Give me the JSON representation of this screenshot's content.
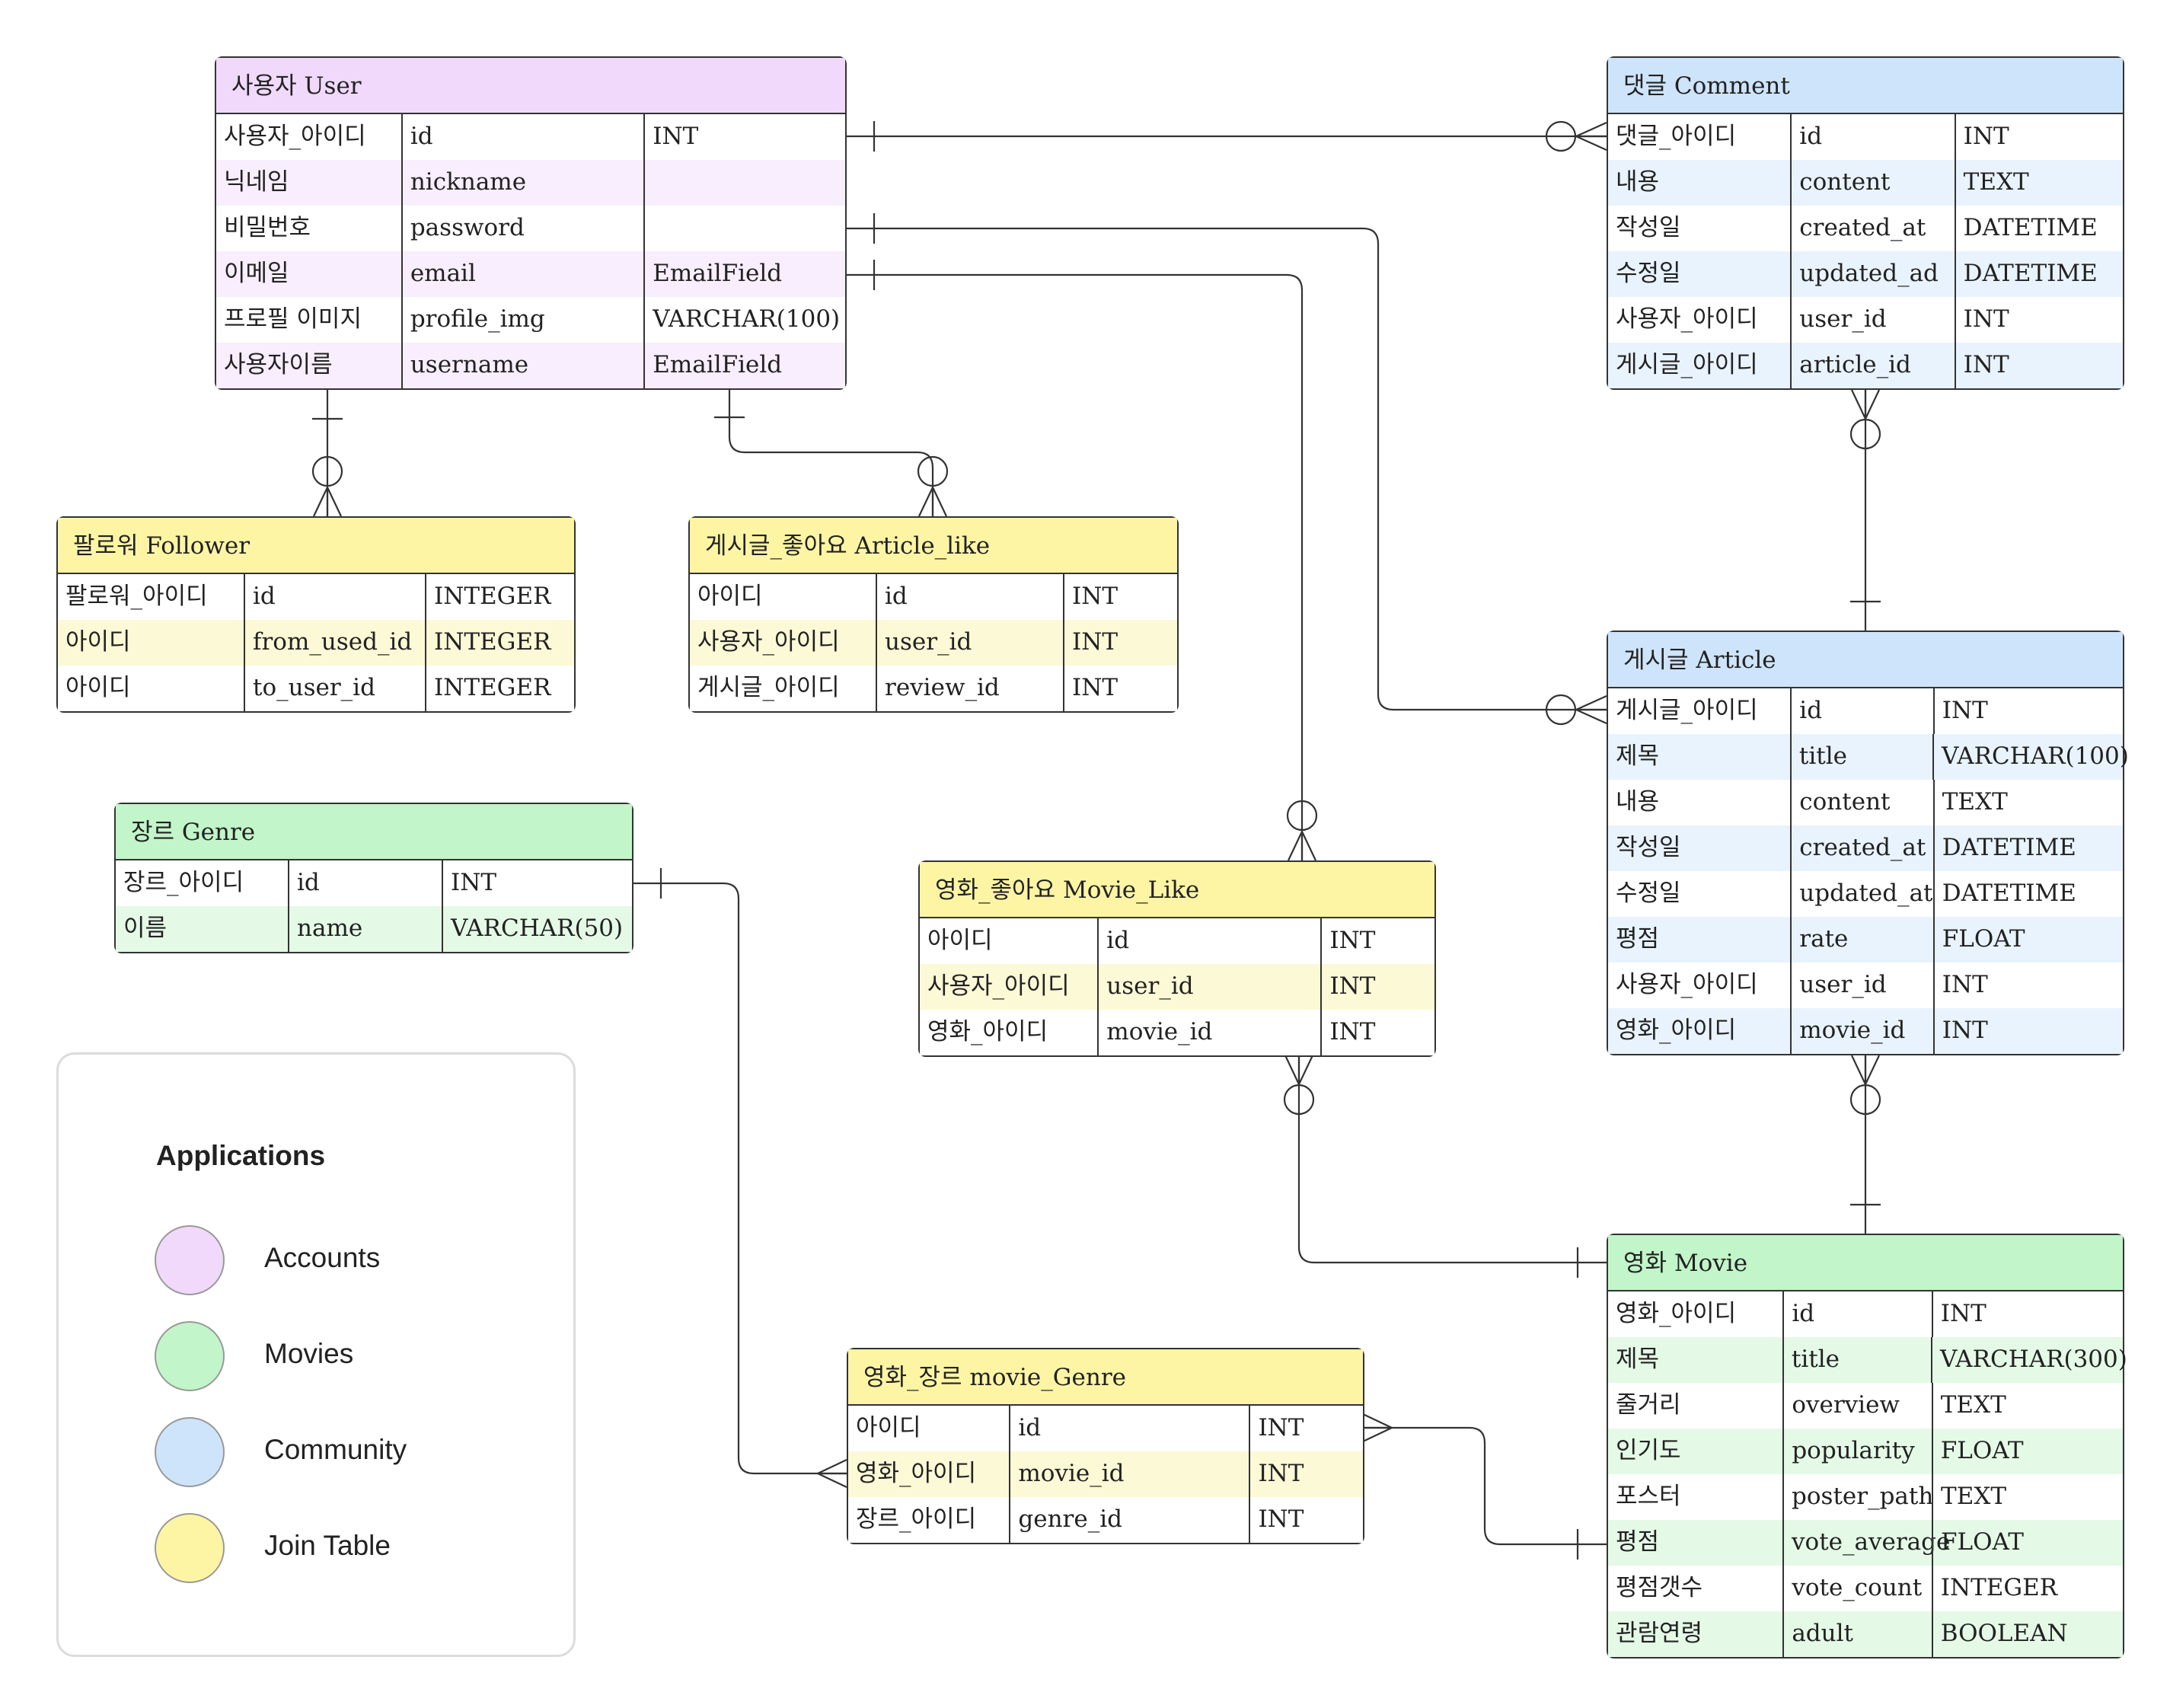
{
  "colors": {
    "accounts": "#f1d9fb",
    "accounts_row": "#f8eefd",
    "movies": "#c2f5c9",
    "movies_row": "#e5f9e7",
    "community": "#cee4fb",
    "community_row": "#e9f3fd",
    "join": "#fdf5a4",
    "join_row": "#fcf9d6"
  },
  "entities": {
    "user": {
      "title": "사용자 User",
      "rows": [
        [
          "사용자_아이디",
          "id",
          "INT"
        ],
        [
          "닉네임",
          "nickname",
          ""
        ],
        [
          "비밀번호",
          "password",
          ""
        ],
        [
          "이메일",
          "email",
          "EmailField"
        ],
        [
          "프로필 이미지",
          "profile_img",
          "VARCHAR(100)"
        ],
        [
          "사용자이름",
          "username",
          "EmailField"
        ]
      ]
    },
    "comment": {
      "title": "댓글 Comment",
      "rows": [
        [
          "댓글_아이디",
          "id",
          "INT"
        ],
        [
          "내용",
          "content",
          "TEXT"
        ],
        [
          "작성일",
          "created_at",
          "DATETIME"
        ],
        [
          "수정일",
          "updated_ad",
          "DATETIME"
        ],
        [
          "사용자_아이디",
          "user_id",
          "INT"
        ],
        [
          "게시글_아이디",
          "article_id",
          "INT"
        ]
      ]
    },
    "follower": {
      "title": "팔로워 Follower",
      "rows": [
        [
          "팔로워_아이디",
          "id",
          "INTEGER"
        ],
        [
          "아이디",
          "from_used_id",
          "INTEGER"
        ],
        [
          "아이디",
          "to_user_id",
          "INTEGER"
        ]
      ]
    },
    "article_like": {
      "title": "게시글_좋아요 Article_like",
      "rows": [
        [
          "아이디",
          "id",
          "INT"
        ],
        [
          "사용자_아이디",
          "user_id",
          "INT"
        ],
        [
          "게시글_아이디",
          "review_id",
          "INT"
        ]
      ]
    },
    "article": {
      "title": "게시글 Article",
      "rows": [
        [
          "게시글_아이디",
          "id",
          "INT"
        ],
        [
          "제목",
          "title",
          "VARCHAR(100)"
        ],
        [
          "내용",
          "content",
          "TEXT"
        ],
        [
          "작성일",
          "created_at",
          "DATETIME"
        ],
        [
          "수정일",
          "updated_at",
          "DATETIME"
        ],
        [
          "평점",
          "rate",
          "FLOAT"
        ],
        [
          "사용자_아이디",
          "user_id",
          "INT"
        ],
        [
          "영화_아이디",
          "movie_id",
          "INT"
        ]
      ]
    },
    "genre": {
      "title": "장르 Genre",
      "rows": [
        [
          "장르_아이디",
          "id",
          "INT"
        ],
        [
          "이름",
          "name",
          "VARCHAR(50)"
        ]
      ]
    },
    "movie_like": {
      "title": "영화_좋아요 Movie_Like",
      "rows": [
        [
          "아이디",
          "id",
          "INT"
        ],
        [
          "사용자_아이디",
          "user_id",
          "INT"
        ],
        [
          "영화_아이디",
          "movie_id",
          "INT"
        ]
      ]
    },
    "movie": {
      "title": "영화 Movie",
      "rows": [
        [
          "영화_아이디",
          "id",
          "INT"
        ],
        [
          "제목",
          "title",
          "VARCHAR(300)"
        ],
        [
          "줄거리",
          "overview",
          "TEXT"
        ],
        [
          "인기도",
          "popularity",
          "FLOAT"
        ],
        [
          "포스터",
          "poster_path",
          "TEXT"
        ],
        [
          "평점",
          "vote_average",
          "FLOAT"
        ],
        [
          "평점갯수",
          "vote_count",
          "INTEGER"
        ],
        [
          "관람연령",
          "adult",
          "BOOLEAN"
        ]
      ]
    },
    "movie_genre": {
      "title": "영화_장르 movie_Genre",
      "rows": [
        [
          "아이디",
          "id",
          "INT"
        ],
        [
          "영화_아이디",
          "movie_id",
          "INT"
        ],
        [
          "장르_아이디",
          "genre_id",
          "INT"
        ]
      ]
    }
  },
  "legend": {
    "title": "Applications",
    "items": [
      {
        "label": "Accounts",
        "color": "#f1d9fb"
      },
      {
        "label": "Movies",
        "color": "#c2f5c9"
      },
      {
        "label": "Community",
        "color": "#cee4fb"
      },
      {
        "label": "Join Table",
        "color": "#fdf5a4"
      }
    ]
  }
}
